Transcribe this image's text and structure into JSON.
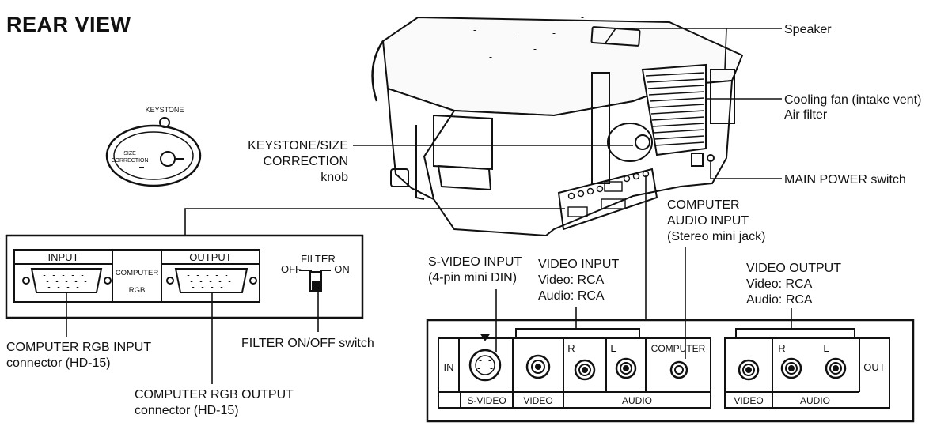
{
  "title": "REAR VIEW",
  "callouts": {
    "speaker": "Speaker",
    "cooling_fan": "Cooling fan (intake vent)",
    "air_filter": "Air filter",
    "keystone_line1": "KEYSTONE/SIZE",
    "keystone_line2": "CORRECTION",
    "keystone_line3": "knob",
    "main_power": "MAIN POWER switch",
    "computer_audio_line1": "COMPUTER",
    "computer_audio_line2": "AUDIO INPUT",
    "computer_audio_line3": "(Stereo mini jack)",
    "svideo_input_line1": "S-VIDEO INPUT",
    "svideo_input_line2": "(4-pin mini DIN)",
    "video_input_line1": "VIDEO INPUT",
    "video_input_line2": "Video: RCA",
    "video_input_line3": "Audio: RCA",
    "video_output_line1": "VIDEO OUTPUT",
    "video_output_line2": "Video: RCA",
    "video_output_line3": "Audio: RCA",
    "rgb_input_line1": "COMPUTER RGB INPUT",
    "rgb_input_line2": "connector (HD-15)",
    "rgb_output_line1": "COMPUTER RGB OUTPUT",
    "rgb_output_line2": "connector (HD-15)",
    "filter_switch": "FILTER ON/OFF switch"
  },
  "knob_panel": {
    "top_label": "KEYSTONE",
    "inner_line1": "SIZE",
    "inner_line2": "CORRECTION"
  },
  "left_panel": {
    "input": "INPUT",
    "computer_line1": "COMPUTER",
    "computer_line2": "RGB",
    "output": "OUTPUT",
    "filter": "FILTER",
    "off": "OFF",
    "on": "ON"
  },
  "right_panel": {
    "in": "IN",
    "out": "OUT",
    "r": "R",
    "l": "L",
    "computer": "COMPUTER",
    "svideo": "S-VIDEO",
    "video": "VIDEO",
    "audio": "AUDIO",
    "r2": "R",
    "l2": "L",
    "video2": "VIDEO",
    "audio2": "AUDIO"
  }
}
